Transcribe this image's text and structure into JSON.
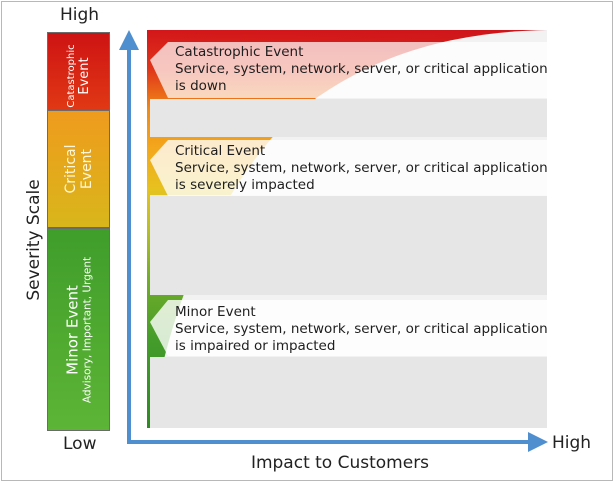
{
  "axes": {
    "y_title": "Severity Scale",
    "y_high": "High",
    "y_low": "Low",
    "x_title": "Impact to Customers",
    "x_high": "High"
  },
  "severity_bar": {
    "catastrophic": {
      "line1": "Catastrophic",
      "line2": "Event"
    },
    "critical": {
      "line1": "Critical",
      "line2": "Event"
    },
    "minor": {
      "line1": "Minor Event",
      "line2": "Advisory, Important, Urgent"
    }
  },
  "events": [
    {
      "title": "Catastrophic Event",
      "line1": "Service, system, network, server, or critical application",
      "line2": "is down"
    },
    {
      "title": "Critical Event",
      "line1": "Service, system, network, server, or critical application",
      "line2": "is severely impacted"
    },
    {
      "title": "Minor Event",
      "line1": "Service, system, network, server, or critical application",
      "line2": "is impaired or impacted"
    }
  ],
  "colors": {
    "red": "#d3161a",
    "orange": "#f08a17",
    "yellow": "#e6c21f",
    "green": "#3e9a2a",
    "axis": "#4f8fd0",
    "band": "#e6e6e6",
    "plot_bg": "#f2f2f2"
  }
}
